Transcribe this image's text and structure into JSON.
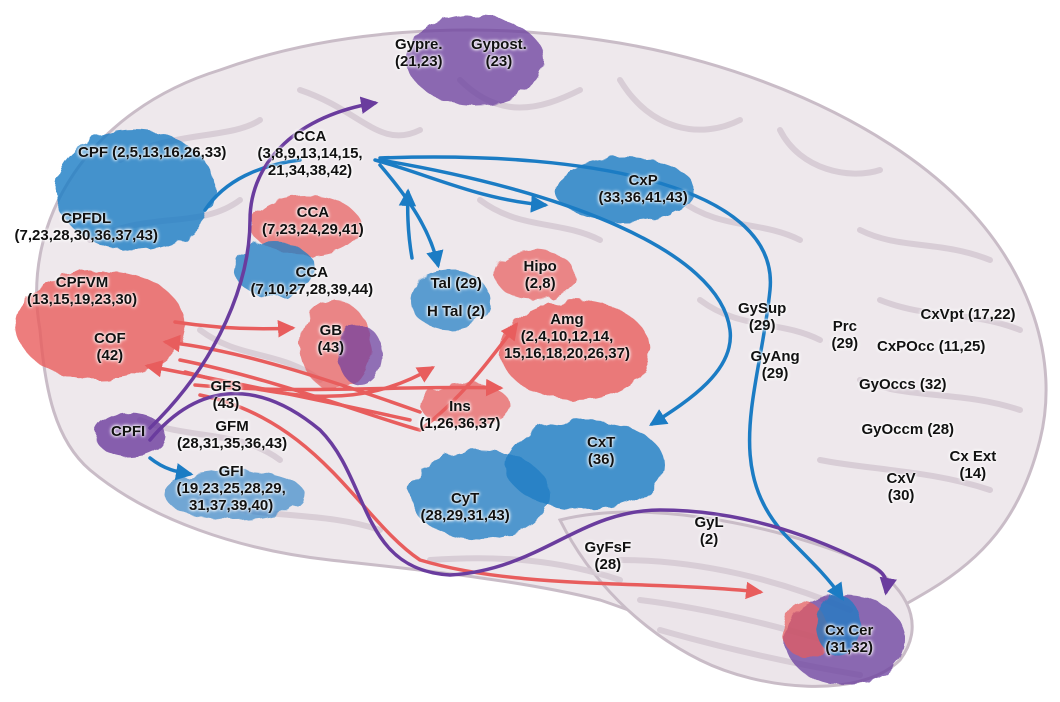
{
  "colors": {
    "blue": "#1b7cc4",
    "red": "#e85d5d",
    "purple": "#6a3c9e",
    "brain_fill": "#eee8ec",
    "brain_line": "#c9bcc7",
    "text": "#111111"
  },
  "regions": [
    {
      "id": "gypre",
      "lines": [
        "Gypre.",
        "(21,23)"
      ]
    },
    {
      "id": "gypost",
      "lines": [
        "Gypost.",
        "(23)"
      ]
    },
    {
      "id": "cpf",
      "lines": [
        "CPF (2,5,13,16,26,33)"
      ]
    },
    {
      "id": "cca1",
      "lines": [
        "CCA",
        "(3,8,9,13,14,15,",
        "21,34,38,42)"
      ]
    },
    {
      "id": "cpfdl",
      "lines": [
        "CPFDL",
        "(7,23,28,30,36,37,43)"
      ]
    },
    {
      "id": "cca2",
      "lines": [
        "CCA",
        "(7,23,24,29,41)"
      ]
    },
    {
      "id": "cxp",
      "lines": [
        "CxP",
        "(33,36,41,43)"
      ]
    },
    {
      "id": "cca3",
      "lines": [
        "CCA",
        "(7,10,27,28,39,44)"
      ]
    },
    {
      "id": "cpfvm",
      "lines": [
        "CPFVM",
        "(13,15,19,23,30)"
      ]
    },
    {
      "id": "tal",
      "lines": [
        "Tal (29)"
      ]
    },
    {
      "id": "hipo",
      "lines": [
        "Hipo",
        "(2,8)"
      ]
    },
    {
      "id": "htal",
      "lines": [
        "H Tal (2)"
      ]
    },
    {
      "id": "cof",
      "lines": [
        "COF",
        "(42)"
      ]
    },
    {
      "id": "gb",
      "lines": [
        "GB",
        "(43)"
      ]
    },
    {
      "id": "amg",
      "lines": [
        "Amg",
        "(2,4,10,12,14,",
        "15,16,18,20,26,37)"
      ]
    },
    {
      "id": "gysup",
      "lines": [
        "GySup",
        "(29)"
      ]
    },
    {
      "id": "prc",
      "lines": [
        "Prc",
        "(29)"
      ]
    },
    {
      "id": "cxvpt",
      "lines": [
        "CxVpt (17,22)"
      ]
    },
    {
      "id": "cxpocc",
      "lines": [
        "CxPOcc (11,25)"
      ]
    },
    {
      "id": "gyang",
      "lines": [
        "GyAng",
        "(29)"
      ]
    },
    {
      "id": "gyoccs",
      "lines": [
        "GyOccs (32)"
      ]
    },
    {
      "id": "gfs",
      "lines": [
        "GFS",
        "(43)"
      ]
    },
    {
      "id": "ins",
      "lines": [
        "Ins",
        "(1,26,36,37)"
      ]
    },
    {
      "id": "gfm",
      "lines": [
        "GFM",
        "(28,31,35,36,43)"
      ]
    },
    {
      "id": "cpfi",
      "lines": [
        "CPFI"
      ]
    },
    {
      "id": "gyoccm",
      "lines": [
        "GyOccm (28)"
      ]
    },
    {
      "id": "cxt",
      "lines": [
        "CxT",
        "(36)"
      ]
    },
    {
      "id": "cxext",
      "lines": [
        "Cx Ext",
        "(14)"
      ]
    },
    {
      "id": "gfi",
      "lines": [
        "GFI",
        "(19,23,25,28,29,",
        "31,37,39,40)"
      ]
    },
    {
      "id": "cxv",
      "lines": [
        "CxV",
        "(30)"
      ]
    },
    {
      "id": "cyt",
      "lines": [
        "CyT",
        "(28,29,31,43)"
      ]
    },
    {
      "id": "gyl",
      "lines": [
        "GyL",
        "(2)"
      ]
    },
    {
      "id": "gyfsf",
      "lines": [
        "GyFsF",
        "(28)"
      ]
    },
    {
      "id": "cxcer",
      "lines": [
        "Cx Cer",
        "(31,32)"
      ]
    }
  ]
}
